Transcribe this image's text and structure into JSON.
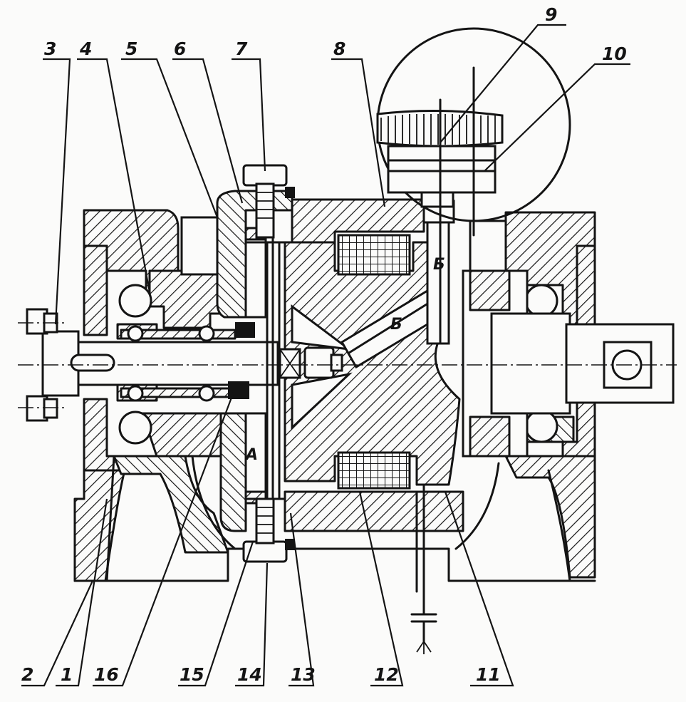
{
  "callouts": {
    "c1": "1",
    "c2": "2",
    "c3": "3",
    "c4": "4",
    "c5": "5",
    "c6": "6",
    "c7": "7",
    "c8": "8",
    "c9": "9",
    "c10": "10",
    "c11": "11",
    "c12": "12",
    "c13": "13",
    "c14": "14",
    "c15": "15",
    "c16": "16"
  },
  "inner_labels": {
    "chamber_a": "A",
    "channel_b1": "Б",
    "channel_b2": "Б"
  }
}
